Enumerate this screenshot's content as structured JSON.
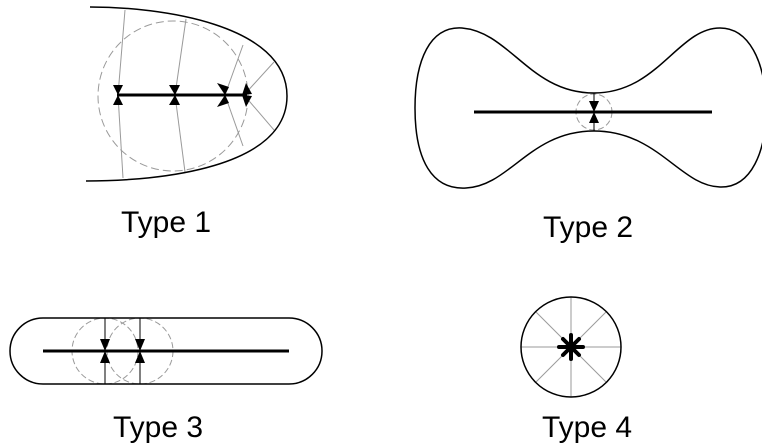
{
  "captions": {
    "type1": "Type 1",
    "type2": "Type 2",
    "type3": "Type 3",
    "type4": "Type 4"
  },
  "colors": {
    "outline": "#000000",
    "construction": "#9a9a9a"
  }
}
